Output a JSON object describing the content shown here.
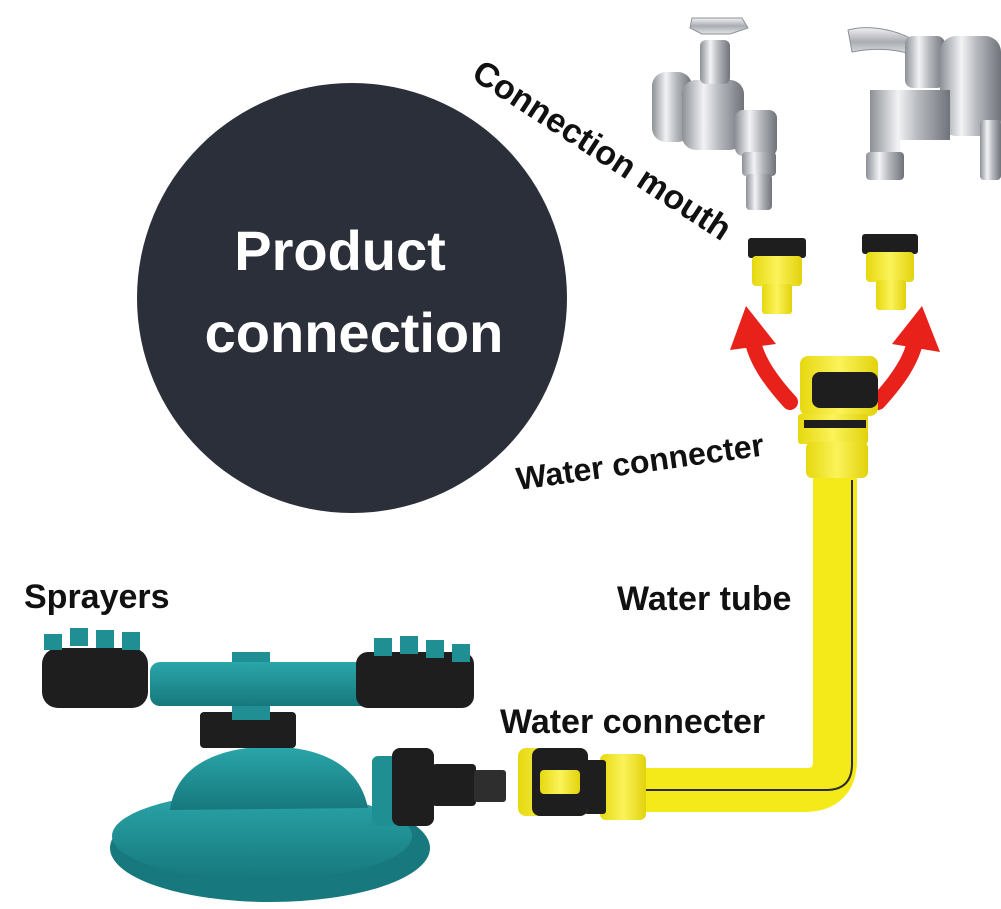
{
  "title": {
    "line1": "Product",
    "line2": "connection"
  },
  "labels": {
    "connection_mouth": "Connection mouth",
    "water_connecter_top": "Water connecter",
    "water_tube": "Water tube",
    "water_connecter_bottom": "Water connecter",
    "sprayers": "Sprayers"
  },
  "colors": {
    "badge": "#2b2f3a",
    "hose_yellow": "#f5ea19",
    "connector_black": "#1e1e1e",
    "sprinkler_teal": "#1f8f93",
    "arrow_red": "#e8221b",
    "faucet_chrome": "#c9ccd0"
  }
}
